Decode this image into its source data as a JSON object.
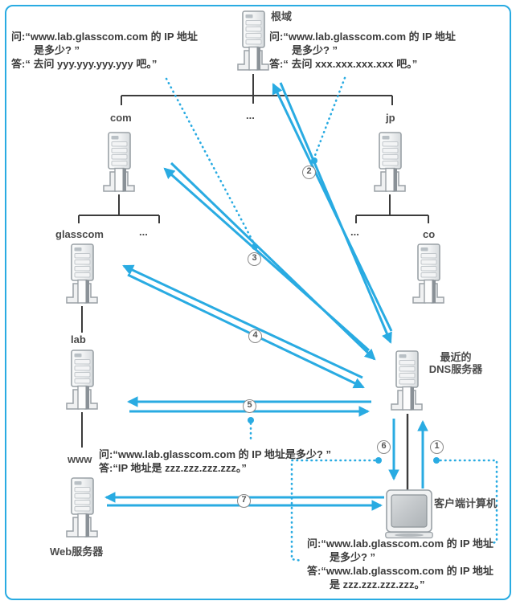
{
  "colors": {
    "accent": "#29abe2",
    "tree_line": "#3c3c3c",
    "text": "#3a3a3a"
  },
  "icons": {
    "server": "tower-server-icon",
    "client": "crt-monitor-icon"
  },
  "nodes": {
    "root": "根域",
    "com": "com",
    "tld_more": "...",
    "jp": "jp",
    "glasscom": "glasscom",
    "com_more": "...",
    "jp_more": "...",
    "co": "co",
    "lab": "lab",
    "www": "www",
    "web_server": "Web服务器",
    "dns_line1": "最近的",
    "dns_line2": "DNS服务器",
    "client": "客户端计算机"
  },
  "qa_top_left": {
    "line1": "问:“www.lab.glasscom.com 的 IP 地址",
    "line2": "是多少? ”",
    "line3": "答:“ 去问 yyy.yyy.yyy.yyy 吧。”"
  },
  "qa_top_right": {
    "line1": "问:“www.lab.glasscom.com 的 IP 地址",
    "line2": "是多少? ”",
    "line3": "答:“ 去问 xxx.xxx.xxx.xxx 吧。”"
  },
  "qa_middle": {
    "line1": "问:“www.lab.glasscom.com 的 IP 地址是多少? ”",
    "line2": "答:“IP 地址是 zzz.zzz.zzz.zzz。”"
  },
  "qa_client": {
    "line1": "问:“www.lab.glasscom.com 的 IP 地址",
    "line2": "是多少? ”",
    "line3": "答:“www.lab.glasscom.com 的 IP 地址",
    "line4": "是 zzz.zzz.zzz.zzz。”"
  },
  "steps": {
    "s1": "1",
    "s2": "2",
    "s3": "3",
    "s4": "4",
    "s5": "5",
    "s6": "6",
    "s7": "7"
  }
}
